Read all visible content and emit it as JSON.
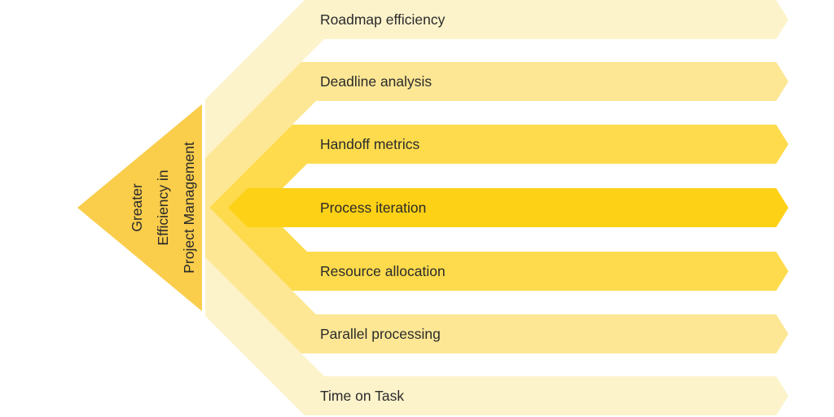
{
  "diagram": {
    "type": "converging-arrows",
    "background": "#FFFFFF",
    "text_color": "#2A2A2A",
    "goal": {
      "lines": [
        "Greater",
        "Efficiency in",
        "Project Management"
      ],
      "color": "#FACD4B"
    },
    "items": [
      {
        "label": "Roadmap efficiency",
        "color": "#FCF3CB"
      },
      {
        "label": "Deadline analysis",
        "color": "#FDE795"
      },
      {
        "label": "Handoff metrics",
        "color": "#FDDB4D"
      },
      {
        "label": "Process iteration",
        "color": "#FDD116"
      },
      {
        "label": "Resource allocation",
        "color": "#FDDB4D"
      },
      {
        "label": "Parallel processing",
        "color": "#FDE795"
      },
      {
        "label": "Time on Task",
        "color": "#FCF3CB"
      }
    ]
  }
}
